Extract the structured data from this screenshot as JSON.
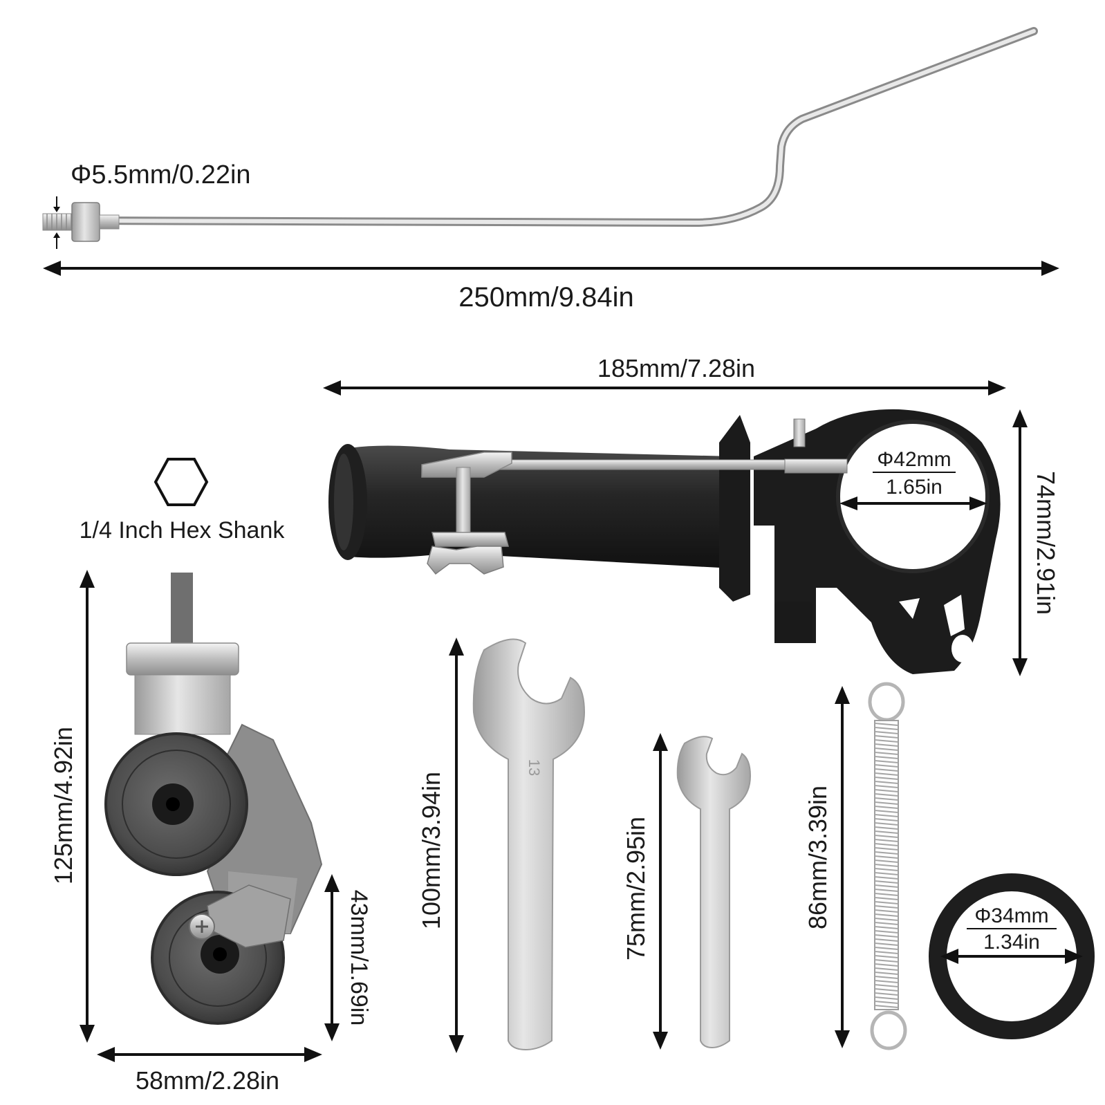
{
  "labels": {
    "rod_diameter": "Φ5.5mm/0.22in",
    "rod_length": "250mm/9.84in",
    "handle_length": "185mm/7.28in",
    "handle_ring_diameter_mm": "Φ42mm",
    "handle_ring_diameter_in": "1.65in",
    "handle_height": "74mm/2.91in",
    "hex_shank": "1/4 Inch Hex Shank",
    "cutter_height": "125mm/4.92in",
    "cutter_wheel_height": "43mm/1.69in",
    "cutter_width": "58mm/2.28in",
    "wrench_large_length": "100mm/3.94in",
    "wrench_large_mark": "13",
    "wrench_small_length": "75mm/2.95in",
    "spring_length": "86mm/3.39in",
    "oring_diameter_mm": "Φ34mm",
    "oring_diameter_in": "1.34in"
  },
  "colors": {
    "background": "#ffffff",
    "dimension_lines": "#111111",
    "metal": "#c9c9c9",
    "rubber": "#222222"
  }
}
